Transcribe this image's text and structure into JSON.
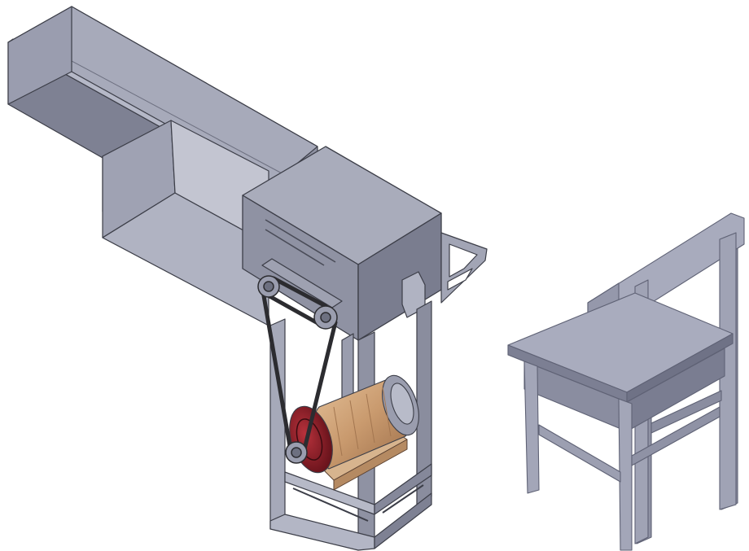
{
  "scene": {
    "description_visible_text": [],
    "objects": [
      "feed-trough",
      "housing-box",
      "support-frame",
      "belt-drive",
      "electric-motor",
      "chair"
    ]
  },
  "colors": {
    "background": "#ffffff",
    "steel_light": "#a3a6b6",
    "steel_mid": "#8b8e9f",
    "steel_dark": "#6d7080",
    "steel_edge": "#3c3e48",
    "belt": "#2c2c30",
    "motor_red": "#8e1c26",
    "motor_copper": "#c99a6e",
    "chair_light": "#a8abbd",
    "chair_mid": "#8e91a3",
    "chair_dark": "#72758a"
  }
}
